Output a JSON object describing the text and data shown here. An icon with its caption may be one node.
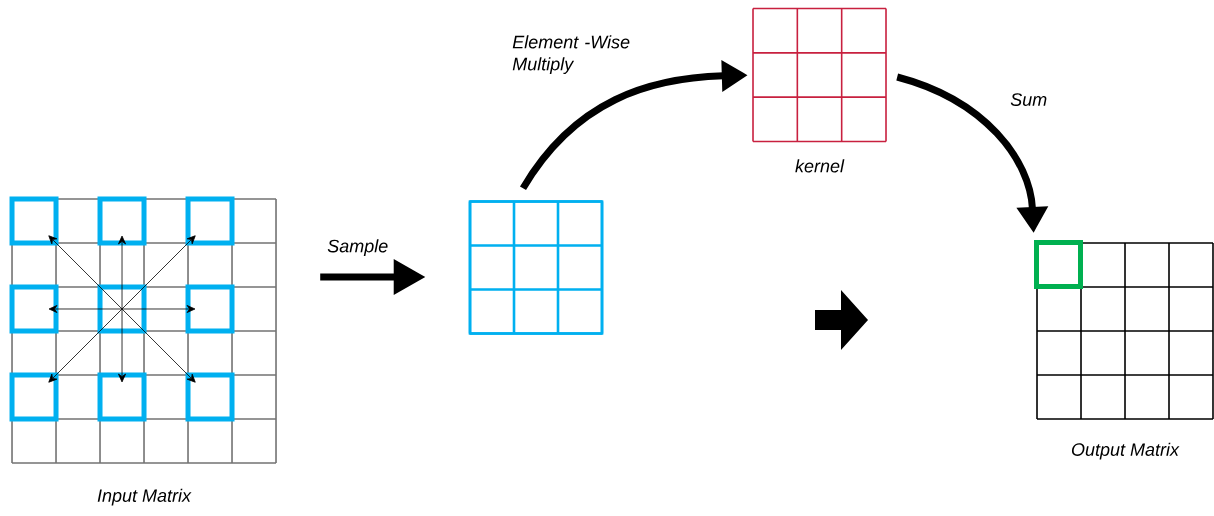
{
  "diagram": {
    "nodes": [
      {
        "text": [
          "Input Matrix"
        ]
      },
      {
        "text": [],
        "shape": "box"
      },
      {
        "text": [
          "kernel"
        ]
      },
      {
        "text": [
          "Output Matrix"
        ]
      },
      {
        "text": [],
        "shape": "box",
        "in": 3
      }
    ],
    "edges": [
      {
        "from": 0,
        "to": 1,
        "arrow": "to",
        "label": "Sample"
      },
      {
        "from": 1,
        "to": 2,
        "arrow": "to",
        "label": "Element -Wise Multiply"
      },
      {
        "from": 2,
        "to": 4,
        "arrow": "to",
        "label": "Sum"
      }
    ]
  }
}
